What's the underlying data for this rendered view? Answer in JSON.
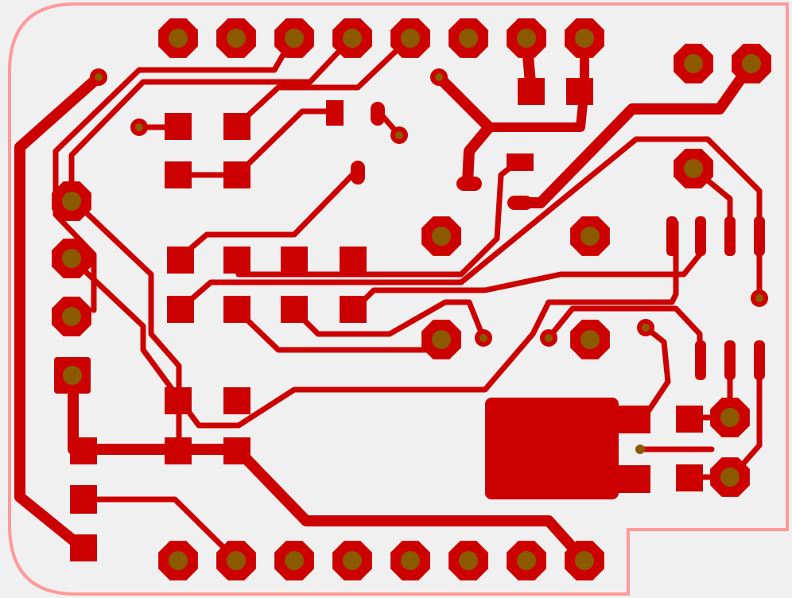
{
  "diagram": {
    "kind": "pcb-layout",
    "colors": {
      "background": "#f0f0f0",
      "outline": "#ff9a9a",
      "copper": "#cc0000",
      "drill": "#8b5a00"
    },
    "header_top_pins": 8,
    "header_bottom_pins": 8
  }
}
